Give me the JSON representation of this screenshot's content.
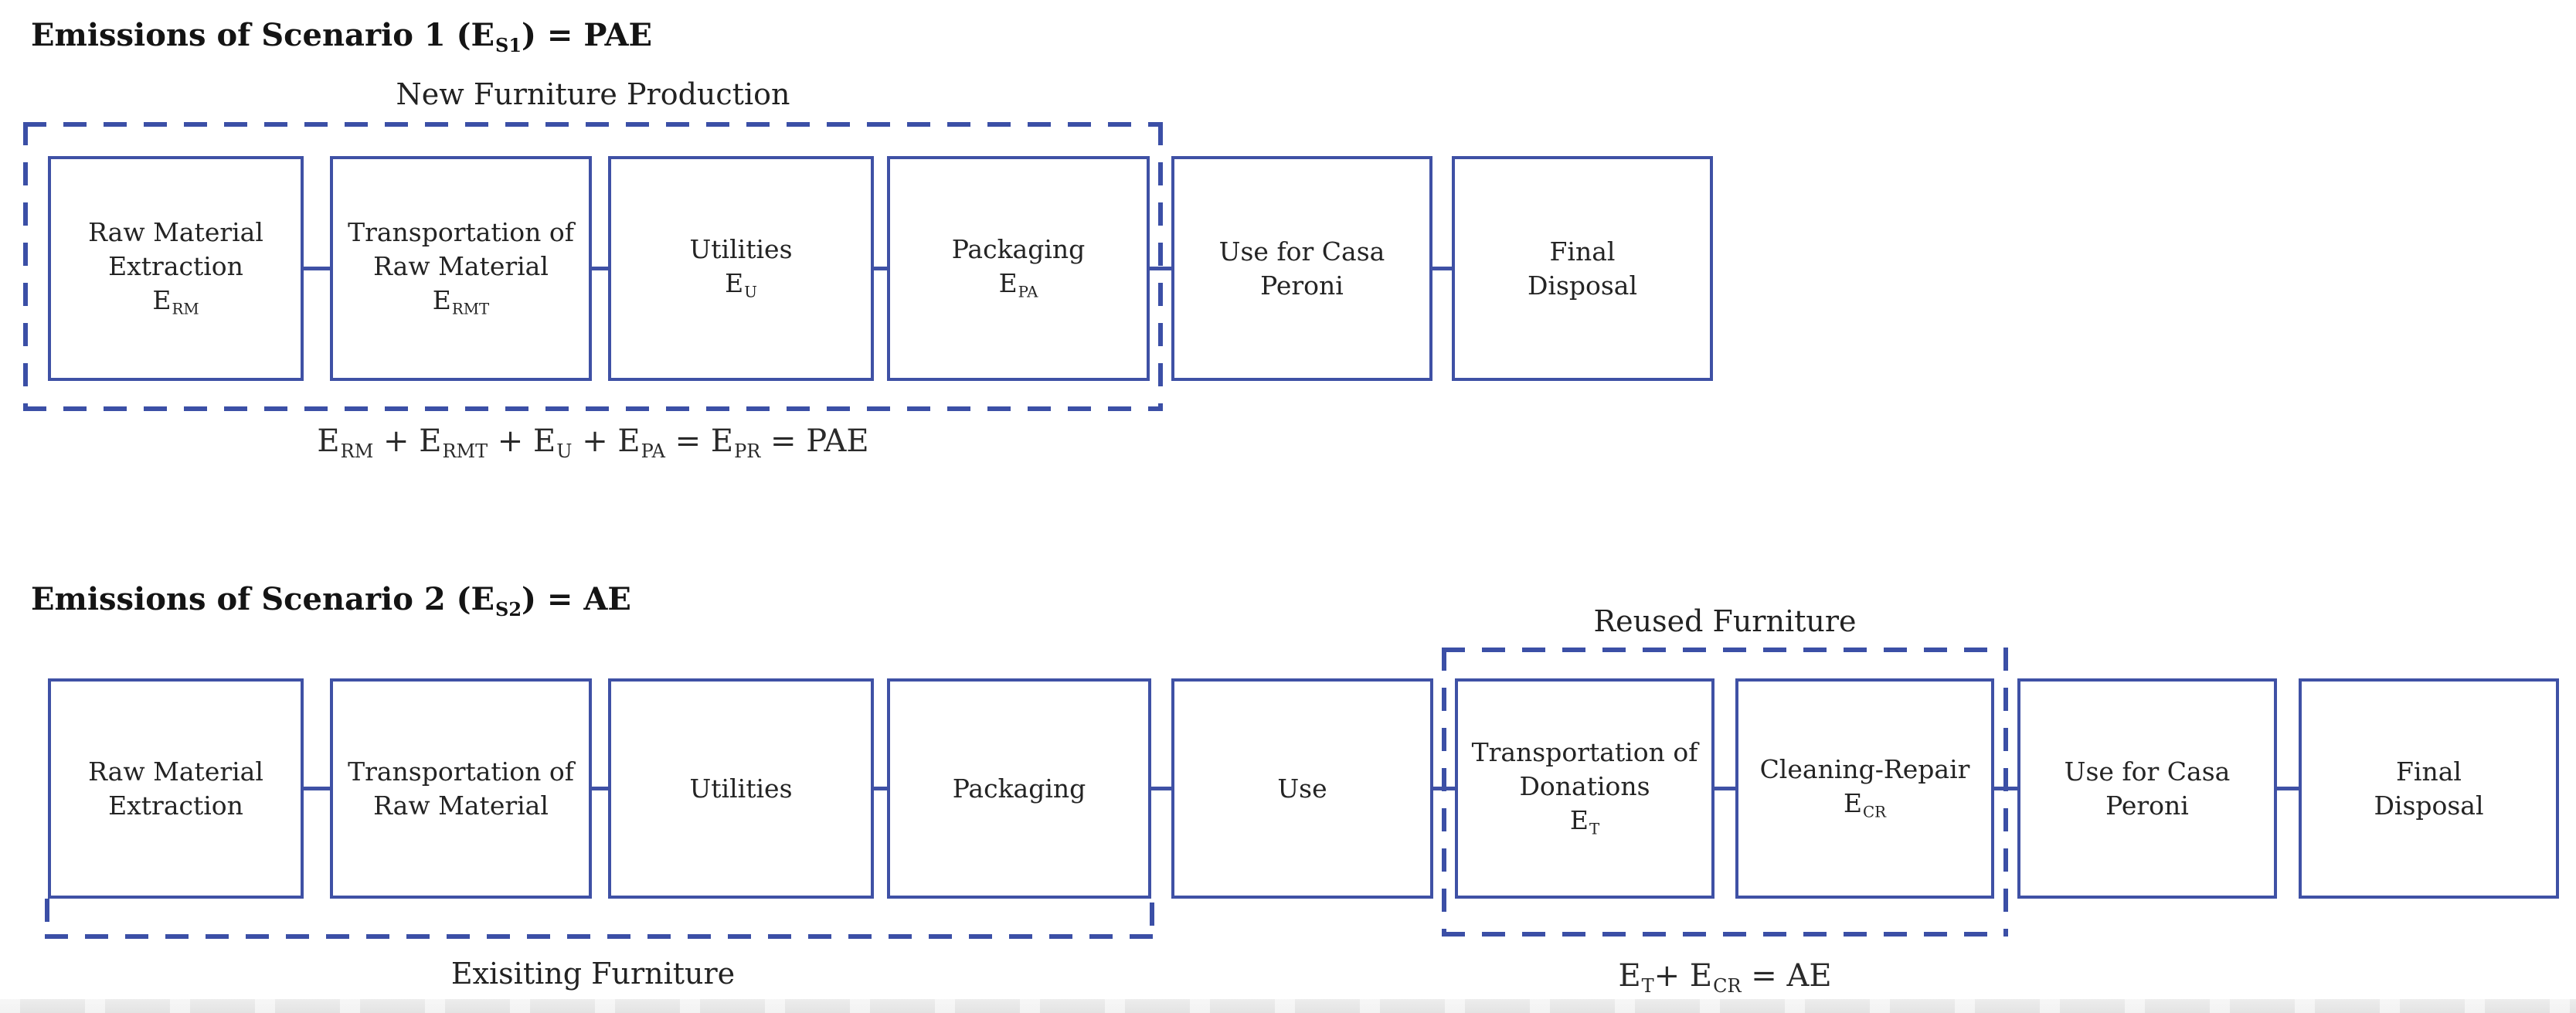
{
  "colors": {
    "box_border_blue": "#3f51a5",
    "dashed_line_blue": "#3b4fa6",
    "text_dark": "#1f1f1f"
  },
  "scenario1": {
    "title": {
      "pre": "Emissions of Scenario 1 (E",
      "sub": "S1",
      "post": ") = PAE"
    },
    "group_label": "New Furniture Production",
    "boxes": [
      {
        "line1": "Raw Material",
        "line2": "Extraction",
        "sym": "E",
        "sym_sub": "RM"
      },
      {
        "line1": "Transportation of",
        "line2": "Raw Material",
        "sym": "E",
        "sym_sub": "RMT"
      },
      {
        "line1": "Utilities",
        "sym": "E",
        "sym_sub": "U"
      },
      {
        "line1": "Packaging",
        "sym": "E",
        "sym_sub": "PA"
      },
      {
        "line1": "Use for Casa",
        "line2": "Peroni"
      },
      {
        "line1": "Final",
        "line2": "Disposal"
      }
    ],
    "formula": {
      "b1": "E",
      "s1": "RM",
      "b2": " + E",
      "s2": "RMT",
      "b3": " + E",
      "s3": "U",
      "b4": " + E",
      "s4": "PA",
      "b5": " = E",
      "s5": "PR",
      "b6": " = PAE"
    }
  },
  "scenario2": {
    "title": {
      "pre": "Emissions of Scenario 2 (E",
      "sub": "S2",
      "post": ") = AE"
    },
    "reused_label": "Reused Furniture",
    "existing_label": "Exisiting Furniture",
    "boxes": [
      {
        "line1": "Raw Material",
        "line2": "Extraction"
      },
      {
        "line1": "Transportation of",
        "line2": "Raw Material"
      },
      {
        "line1": "Utilities"
      },
      {
        "line1": "Packaging"
      },
      {
        "line1": "Use"
      },
      {
        "line1": "Transportation of",
        "line2": "Donations",
        "sym": "E",
        "sym_sub": "T"
      },
      {
        "line1": "Cleaning-Repair",
        "sym": "E",
        "sym_sub": "CR"
      },
      {
        "line1": "Use for Casa",
        "line2": "Peroni"
      },
      {
        "line1": "Final",
        "line2": "Disposal"
      }
    ],
    "formula": {
      "b1": "E",
      "s1": "T",
      "b2": "+ E",
      "s2": "CR",
      "b3": " = AE"
    }
  }
}
